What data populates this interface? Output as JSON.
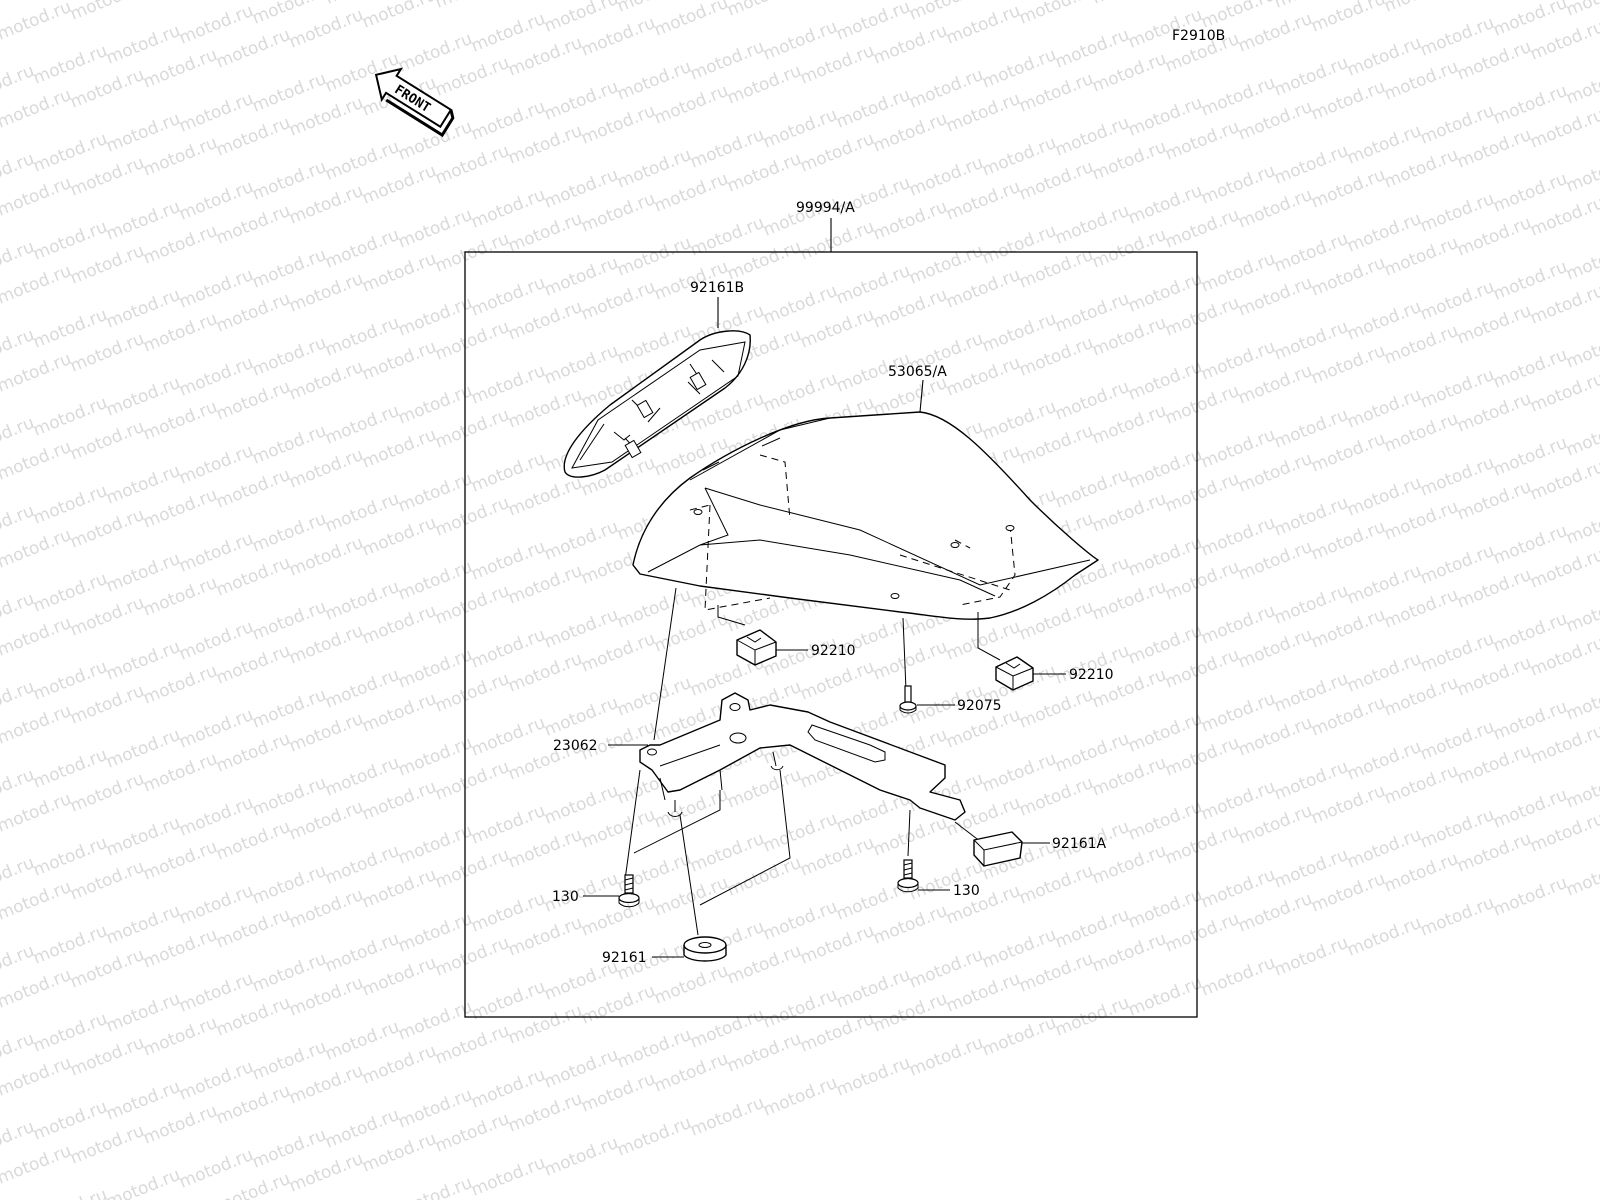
{
  "figure_code": "F2910B",
  "watermark": "motod.ru",
  "front_arrow_label": "FRONT",
  "callouts": {
    "assembly": "99994/A",
    "lamp_cover": "92161B",
    "seat_cover": "53065/A",
    "nut_left": "92210",
    "nut_right": "92210",
    "screw_92075": "92075",
    "bracket": "23062",
    "damper_a": "92161A",
    "bolt_left": "130",
    "bolt_right": "130",
    "damper": "92161"
  }
}
